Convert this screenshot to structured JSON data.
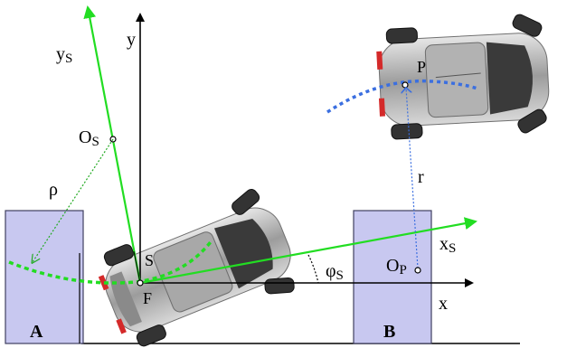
{
  "labels": {
    "y_axis": "y",
    "x_axis": "x",
    "ys_axis_main": "y",
    "ys_axis_sub": "S",
    "xs_axis_main": "x",
    "xs_axis_sub": "S",
    "os_main": "O",
    "os_sub": "S",
    "rho": "ρ",
    "s_point": "S",
    "f_point": "F",
    "phi_main": "φ",
    "phi_sub": "S",
    "op_main": "O",
    "op_sub": "P",
    "p_point": "P",
    "r_radius": "r",
    "box_a": "A",
    "box_b": "B"
  },
  "colors": {
    "green_axes": "#22dd22",
    "box_fill": "#c8c8f0",
    "box_stroke": "#404060",
    "blue_arc": "#3b6fe0",
    "car_body": "#b9b9b9",
    "car_dark": "#2a2a2a",
    "tail_red": "#d42a2a"
  }
}
